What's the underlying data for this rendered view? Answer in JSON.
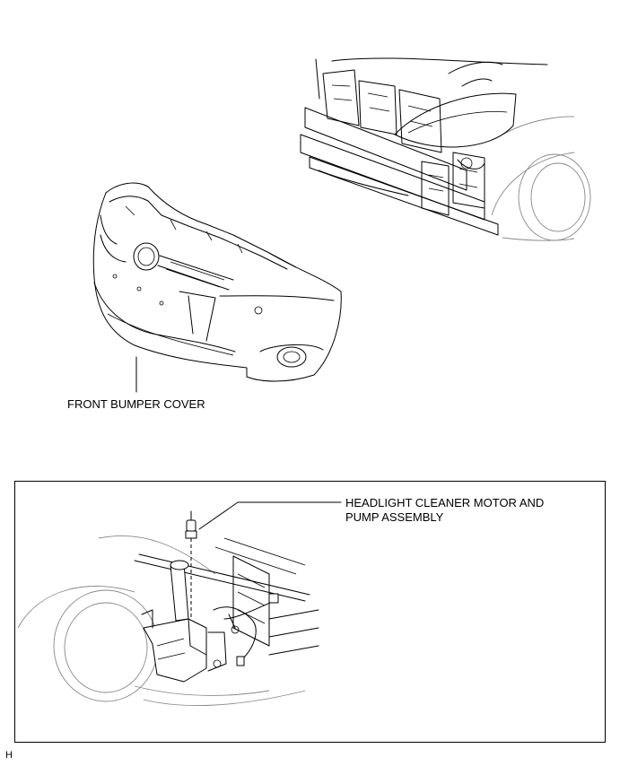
{
  "labels": {
    "front_bumper_cover": "FRONT BUMPER COVER",
    "headlight_cleaner_line1": "HEADLIGHT CLEANER MOTOR AND",
    "headlight_cleaner_line2": "PUMP ASSEMBLY",
    "corner_code": "H"
  }
}
